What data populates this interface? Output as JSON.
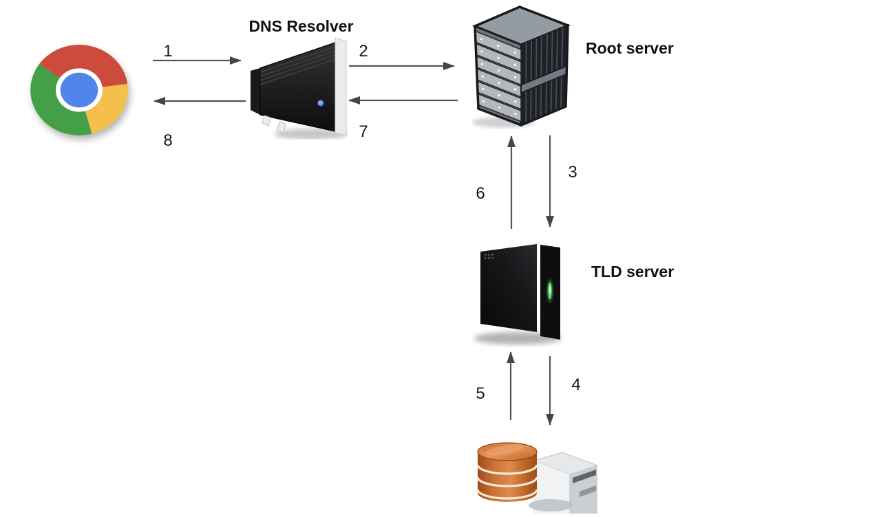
{
  "diagram": {
    "nodes": {
      "browser": {
        "icon": "chrome-browser-logo"
      },
      "resolver": {
        "label": "DNS Resolver",
        "icon": "dns-resolver-tower-server"
      },
      "root": {
        "label": "Root server",
        "icon": "root-server-rack"
      },
      "tld": {
        "label": "TLD server",
        "icon": "tld-tower-server"
      },
      "authoritative": {
        "icon": "database-server"
      }
    },
    "arrows": [
      {
        "label": "1",
        "from": "browser",
        "to": "resolver",
        "direction": "right"
      },
      {
        "label": "2",
        "from": "resolver",
        "to": "root",
        "direction": "right"
      },
      {
        "label": "3",
        "from": "root",
        "to": "tld",
        "direction": "down"
      },
      {
        "label": "4",
        "from": "tld",
        "to": "authoritative",
        "direction": "down"
      },
      {
        "label": "5",
        "from": "authoritative",
        "to": "tld",
        "direction": "up"
      },
      {
        "label": "6",
        "from": "tld",
        "to": "root",
        "direction": "up"
      },
      {
        "label": "7",
        "from": "root",
        "to": "resolver",
        "direction": "left"
      },
      {
        "label": "8",
        "from": "resolver",
        "to": "browser",
        "direction": "left"
      }
    ],
    "colors": {
      "background": "#ffffff",
      "arrow": "#4d4d4d",
      "text": "#111111",
      "chrome_red": "#cd4b3d",
      "chrome_green": "#43a047",
      "chrome_yellow": "#f2c04b",
      "chrome_blue": "#5086ec",
      "led_green": "#49c24f",
      "database_orange": "#cf6e30"
    }
  }
}
